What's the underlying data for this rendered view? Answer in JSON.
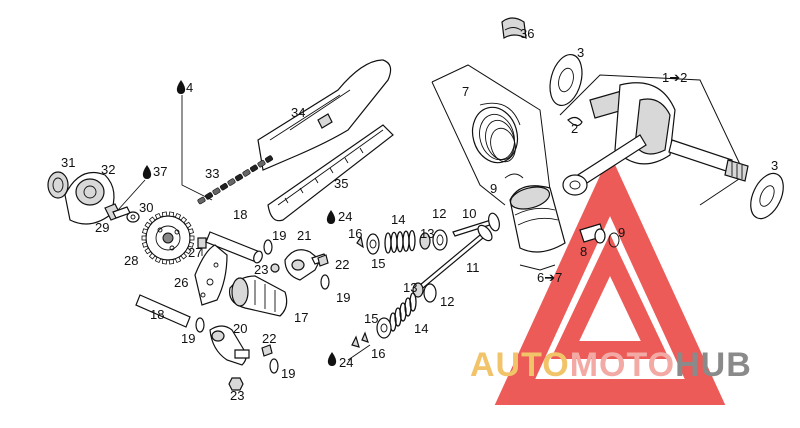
{
  "labels": {
    "p1to2": "1➔2",
    "p2": "2",
    "p3a": "3",
    "p3b": "3",
    "p4": "4",
    "p6to7": "6➔7",
    "p7": "7",
    "p8": "8",
    "p9a": "9",
    "p9b": "9",
    "p10": "10",
    "p11": "11",
    "p12a": "12",
    "p12b": "12",
    "p13a": "13",
    "p13b": "13",
    "p14a": "14",
    "p14b": "14",
    "p15a": "15",
    "p15b": "15",
    "p16a": "16",
    "p16b": "16",
    "p17": "17",
    "p18a": "18",
    "p18b": "18",
    "p19a": "19",
    "p19b": "19",
    "p19c": "19",
    "p19d": "19",
    "p20": "20",
    "p21": "21",
    "p22a": "22",
    "p22b": "22",
    "p23a": "23",
    "p23b": "23",
    "p24a": "24",
    "p24b": "24",
    "p26": "26",
    "p27": "27",
    "p28": "28",
    "p29": "29",
    "p30": "30",
    "p31": "31",
    "p32": "32",
    "p33": "33",
    "p34": "34",
    "p35": "35",
    "p36": "36",
    "p37": "37"
  },
  "watermark": {
    "text_a": "AUTO",
    "text_b": "MOTO",
    "text_c": "HUB",
    "color_a": "#f2c46a",
    "color_b": "#f3a9a4",
    "color_c": "#8a8a8a",
    "triangle_color": "#e8332e"
  },
  "icons": {
    "oil_drop": "oil-drop-icon"
  }
}
